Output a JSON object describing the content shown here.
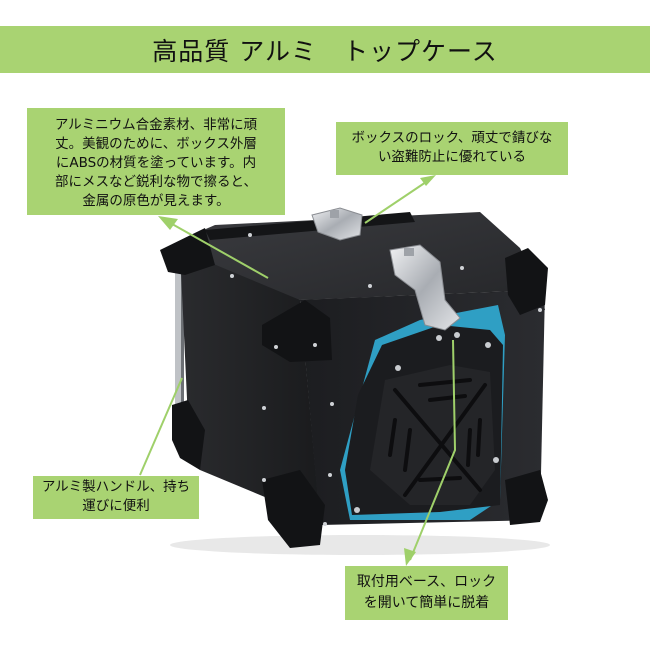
{
  "banner": {
    "title": "高品質 アルミ　トップケース",
    "color": "#a9d372"
  },
  "callouts": [
    {
      "id": "aluminum-material",
      "lines": [
        "アルミニウム合金素材、非常に頑",
        "丈。美観のために、ボックス外層",
        "にABSの材質を塗っています。内",
        "部にメスなど鋭利な物で擦ると、",
        "金属の原色が見えます。"
      ]
    },
    {
      "id": "box-lock",
      "lines": [
        "ボックスのロック、頑丈で錆びな",
        "い盗難防止に優れている"
      ]
    },
    {
      "id": "aluminum-handle",
      "lines": [
        "アルミ製ハンドル、持ち",
        "運びに便利"
      ]
    },
    {
      "id": "mounting-base",
      "lines": [
        "取付用ベース、ロック",
        "を開いて簡単に脱着"
      ]
    }
  ],
  "product": {
    "name": "aluminum-top-case",
    "body_color": "#1e1f22",
    "accent_color": "#2f9fc4",
    "latch_color": "#c9ccd0"
  }
}
